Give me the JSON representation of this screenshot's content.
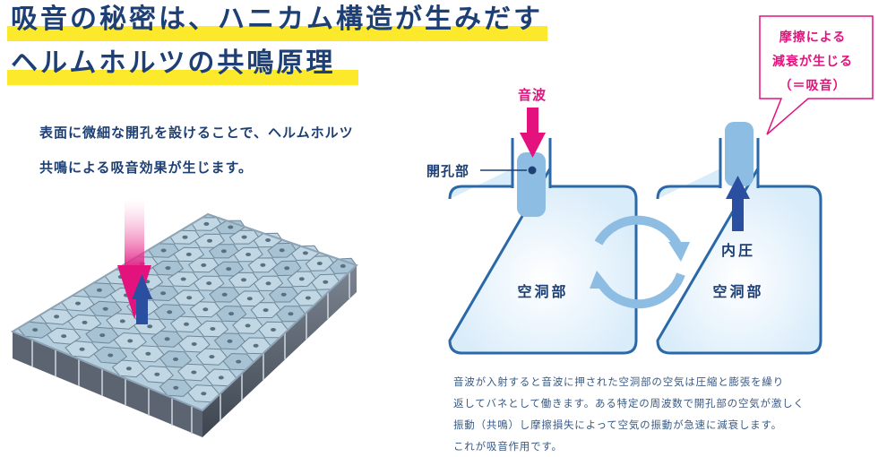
{
  "heading": {
    "line1": "吸音の秘密は、ハニカム構造が生みだす",
    "line2": "ヘルムホルツの共鳴原理"
  },
  "intro": {
    "line1": "表面に微細な開孔を設けることで、ヘルムホルツ",
    "line2": "共鳴による吸音効果が生じます。"
  },
  "diagram": {
    "sound_wave_label": "音波",
    "opening_label": "開孔部",
    "cavity_left_label": "空洞部",
    "cavity_right_label": "空洞部",
    "internal_pressure_label": "内圧",
    "callout": {
      "line1": "摩擦による",
      "line2": "減衰が生じる",
      "line3": "（＝吸音）"
    }
  },
  "caption": {
    "line1": "音波が入射すると音波に押された空洞部の空気は圧縮と膨張を繰り",
    "line2": "返してバネとして働きます。ある特定の周波数で開孔部の空気が激しく",
    "line3": "振動（共鳴）し摩擦損失によって空気の振動が急速に減衰します。",
    "line4": "これが吸音作用です。"
  },
  "colors": {
    "navy": "#1d3f73",
    "magenta": "#e3127d",
    "highlight_yellow": "#fde92b",
    "cavity_blue": "#2a68a8",
    "air_blue": "#8dbde2"
  }
}
